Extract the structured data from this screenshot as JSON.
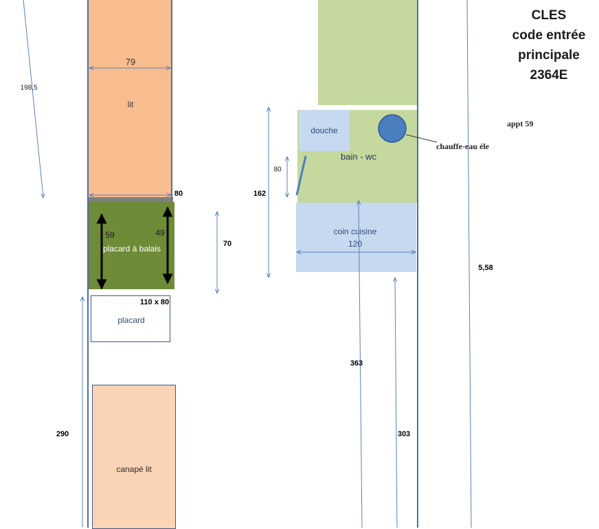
{
  "rooms": {
    "bed": "lit",
    "broom_closet": "placard à balais",
    "closet": "placard",
    "sofa_bed": "canapé lit",
    "shower": "douche",
    "bath_wc": "bain - wc",
    "kitchen": "coin cuisine",
    "water_heater": "chauffe-eau éle"
  },
  "dimensions": {
    "bed_length": "198,5",
    "bed_width": "79",
    "bed_bottom": "80",
    "broom_left": "59",
    "broom_right": "49",
    "broom_height": "70",
    "closet_size": "110 x 80",
    "lower_left": "290",
    "bath_height": "162",
    "door_width": "80",
    "kitchen_width": "120",
    "right_lower_a": "363",
    "right_lower_b": "303",
    "total_height": "5,58"
  },
  "keys_info": {
    "line1": "CLES",
    "line2": "code entrée",
    "line3": "principale",
    "line4": "2364E"
  },
  "apartment": "appt 59",
  "colors": {
    "bed": "#f8bd8f",
    "broom": "#6e8b38",
    "sofa": "#fbd3b5",
    "bath": "#c5d89e",
    "shower": "#c6d9f0",
    "kitchen": "#c6d9f0",
    "heater": "#4a7ebf",
    "wall": "#4a6ea8"
  }
}
